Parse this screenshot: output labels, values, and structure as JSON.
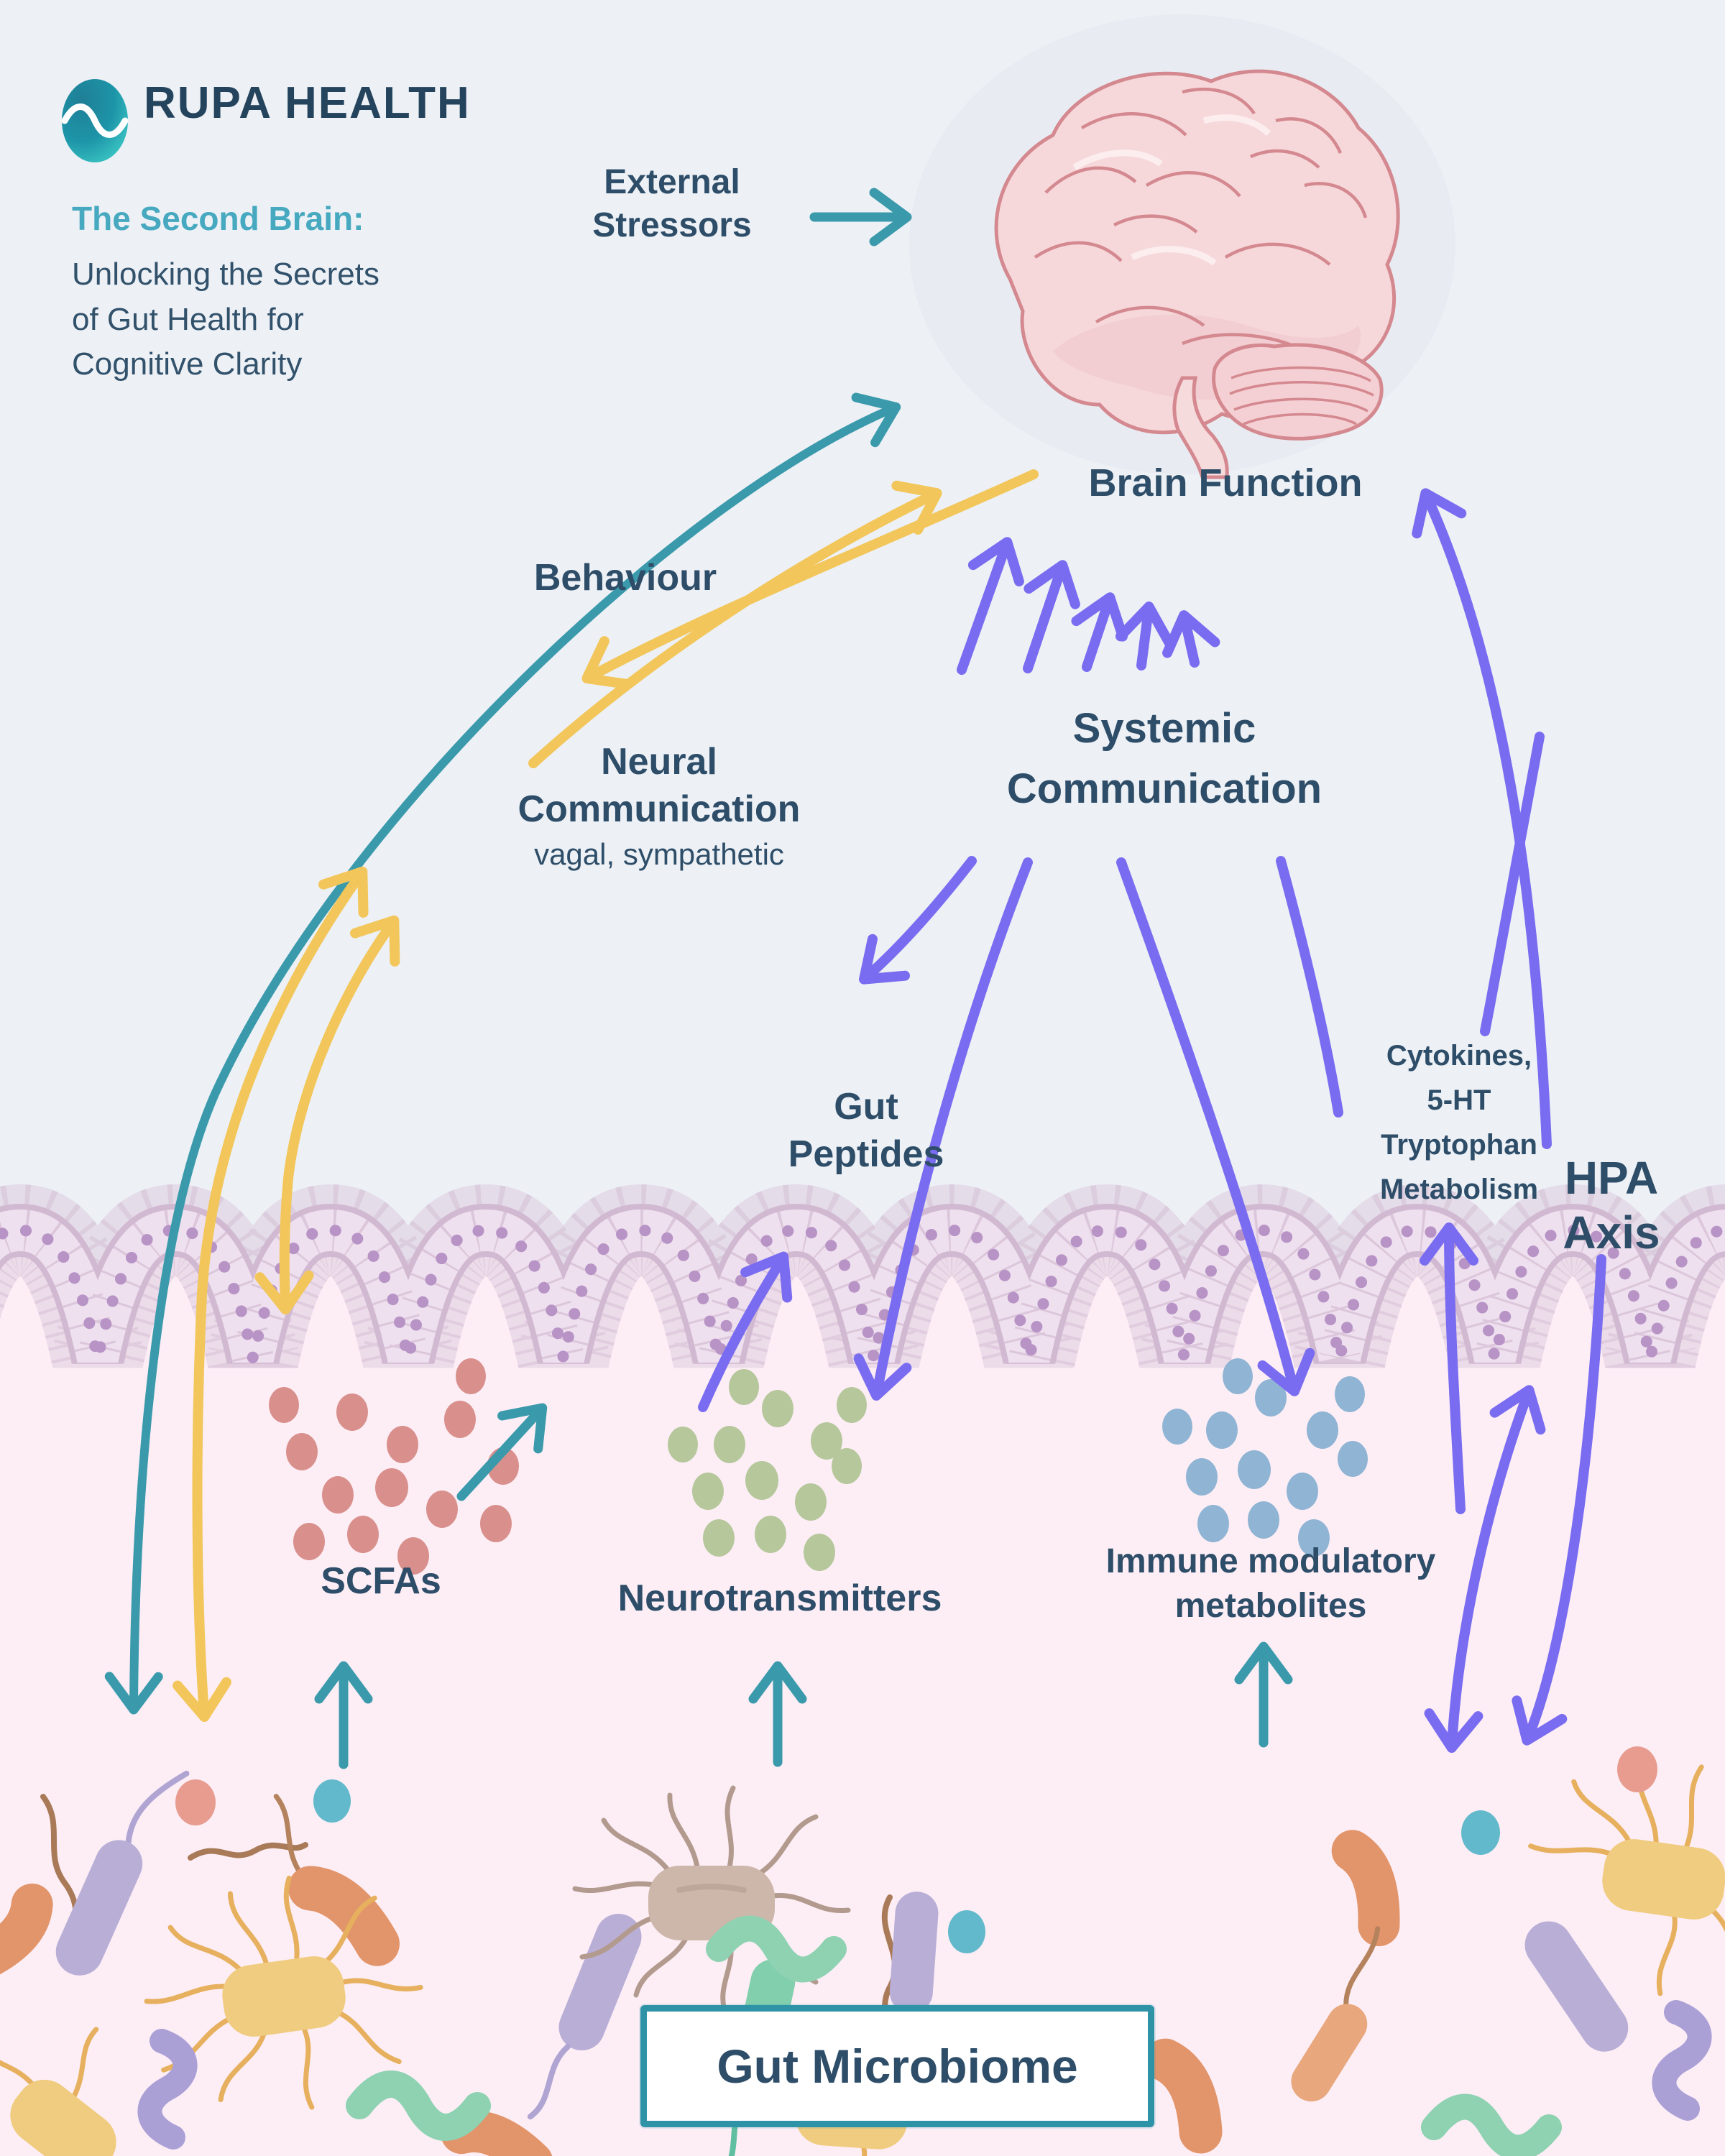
{
  "header": {
    "brand": "RUPA HEALTH",
    "title_accent": "The Second Brain:",
    "title_line1": "Unlocking the Secrets",
    "title_line2": "of Gut Health for",
    "title_line3": "Cognitive Clarity"
  },
  "labels": {
    "external_stressors": {
      "line1": "External",
      "line2": "Stressors"
    },
    "brain_function": "Brain Function",
    "behaviour": "Behaviour",
    "neural_communication": {
      "line1": "Neural",
      "line2": "Communication",
      "sub": "vagal, sympathetic"
    },
    "systemic_communication": {
      "line1": "Systemic",
      "line2": "Communication"
    },
    "gut_peptides": {
      "line1": "Gut",
      "line2": "Peptides"
    },
    "cytokines": {
      "line1": "Cytokines,",
      "line2": "5-HT",
      "line3": "Tryptophan",
      "line4": "Metabolism"
    },
    "hpa_axis": {
      "line1": "HPA",
      "line2": "Axis"
    },
    "scfas": "SCFAs",
    "neurotransmitters": "Neurotransmitters",
    "immune_modulatory": {
      "line1": "Immune modulatory",
      "line2": "metabolites"
    },
    "gut_microbiome": "Gut Microbiome"
  },
  "colors": {
    "navy_text": "#2e4d68",
    "teal_accent_text": "#46a9c0",
    "teal_arrow": "#3a9aab",
    "yellow_arrow": "#f2c65a",
    "purple_arrow": "#7a6cf0",
    "background_top": "#edf1f6",
    "background_gut": "#fdeef6",
    "scfa_dots": "#d9908c",
    "neurotransmitter_dots": "#b5c79b",
    "immune_dots": "#8fb4d4",
    "microbiome_box_border": "#2f93a8",
    "brain_fill": "#f6d8da",
    "brain_outline": "#d4888f",
    "gut_wall": "#eee0ee"
  }
}
